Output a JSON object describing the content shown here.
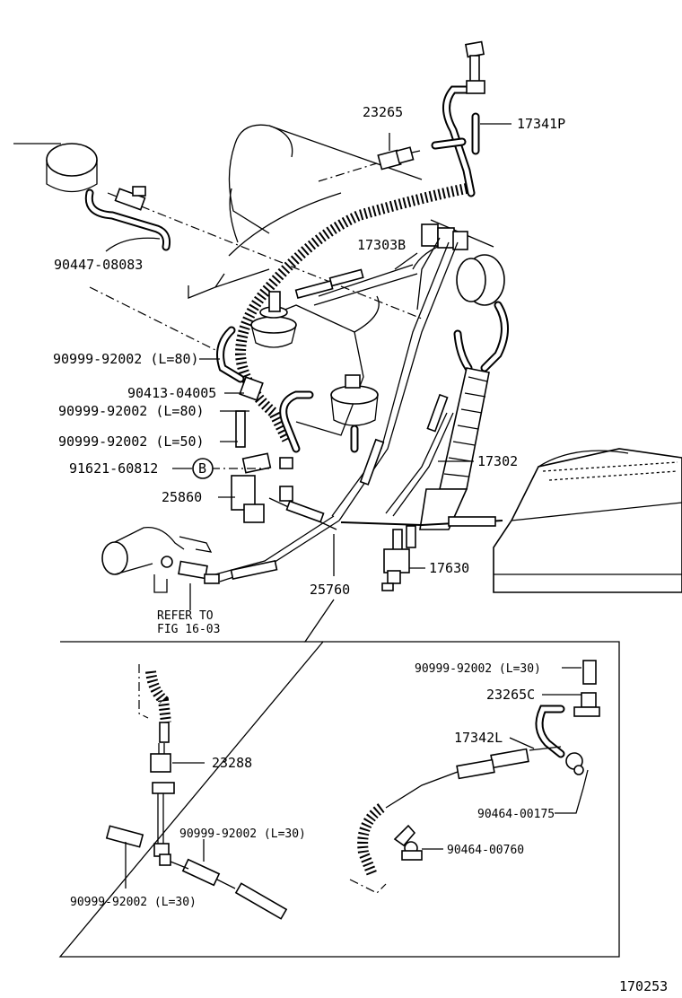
{
  "diagram": {
    "figure_number": "170253",
    "callout_b": "B",
    "parts": [
      {
        "id": "p23265",
        "label": "23265"
      },
      {
        "id": "p17341p",
        "label": "17341P"
      },
      {
        "id": "p90447",
        "label": "90447-08083"
      },
      {
        "id": "p17303b",
        "label": "17303B"
      },
      {
        "id": "p90999a",
        "label": "90999-92002 (L=80)"
      },
      {
        "id": "p90413",
        "label": "90413-04005"
      },
      {
        "id": "p90999b",
        "label": "90999-92002  (L=80)"
      },
      {
        "id": "p90999c",
        "label": "90999-92002  (L=50)"
      },
      {
        "id": "p91621",
        "label": "91621-60812"
      },
      {
        "id": "p25860",
        "label": "25860"
      },
      {
        "id": "p17302",
        "label": "17302"
      },
      {
        "id": "p17630",
        "label": "17630"
      },
      {
        "id": "p25760",
        "label": "25760"
      },
      {
        "id": "prefer1",
        "label": "REFER TO"
      },
      {
        "id": "prefer2",
        "label": "FIG 16-03"
      }
    ],
    "detail_parts": [
      {
        "id": "d90999a",
        "label": "90999-92002 (L=30)"
      },
      {
        "id": "d23265c",
        "label": "23265C"
      },
      {
        "id": "d17342l",
        "label": "17342L"
      },
      {
        "id": "d90464a",
        "label": "90464-00175"
      },
      {
        "id": "d90464b",
        "label": "90464-00760"
      },
      {
        "id": "d23288",
        "label": "23288"
      },
      {
        "id": "d90999b",
        "label": "90999-92002 (L=30)"
      },
      {
        "id": "d90999c",
        "label": "90999-92002 (L=30)"
      }
    ]
  }
}
